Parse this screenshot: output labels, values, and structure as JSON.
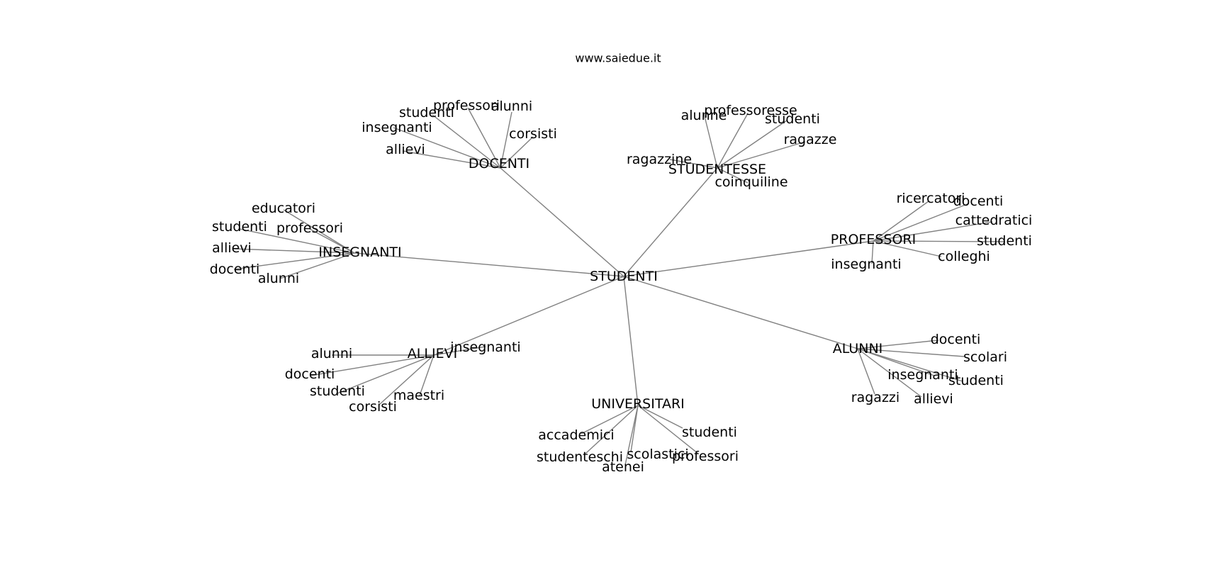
{
  "header": {
    "site": "www.saiedue.it"
  },
  "graph": {
    "center": "STUDENTI",
    "hubs": [
      {
        "label": "DOCENTI",
        "leaves": [
          "studenti",
          "professori",
          "alunni",
          "insegnanti",
          "corsisti",
          "allievi"
        ]
      },
      {
        "label": "STUDENTESSE",
        "leaves": [
          "alunne",
          "professoresse",
          "studenti",
          "ragazze",
          "ragazzine",
          "coinquiline"
        ]
      },
      {
        "label": "INSEGNANTI",
        "leaves": [
          "educatori",
          "studenti",
          "professori",
          "allievi",
          "docenti",
          "alunni"
        ]
      },
      {
        "label": "PROFESSORI",
        "leaves": [
          "ricercatori",
          "docenti",
          "cattedratici",
          "studenti",
          "colleghi",
          "insegnanti"
        ]
      },
      {
        "label": "ALLIEVI",
        "leaves": [
          "alunni",
          "docenti",
          "studenti",
          "corsisti",
          "maestri",
          "insegnanti"
        ]
      },
      {
        "label": "ALUNNI",
        "leaves": [
          "docenti",
          "scolari",
          "insegnanti",
          "studenti",
          "ragazzi",
          "allievi"
        ]
      },
      {
        "label": "UNIVERSITARI",
        "leaves": [
          "accademici",
          "studenti",
          "studenteschi",
          "scolastici",
          "professori",
          "atenei"
        ]
      }
    ]
  }
}
